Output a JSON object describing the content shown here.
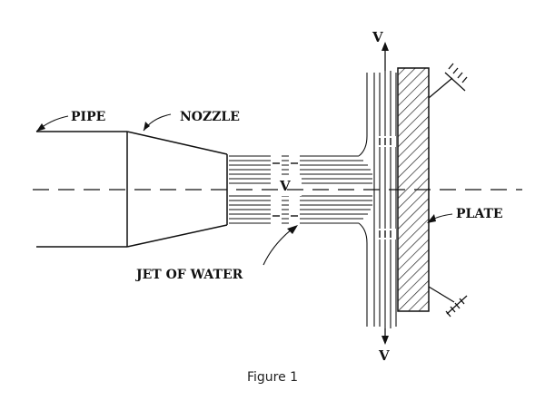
{
  "diagram": {
    "labels": {
      "pipe": "PIPE",
      "nozzle": "NOZZLE",
      "jet": "JET OF WATER",
      "plate": "PLATE",
      "v_top": "V",
      "v_bottom": "V",
      "v_jet": "V"
    }
  },
  "caption": "Figure 1"
}
